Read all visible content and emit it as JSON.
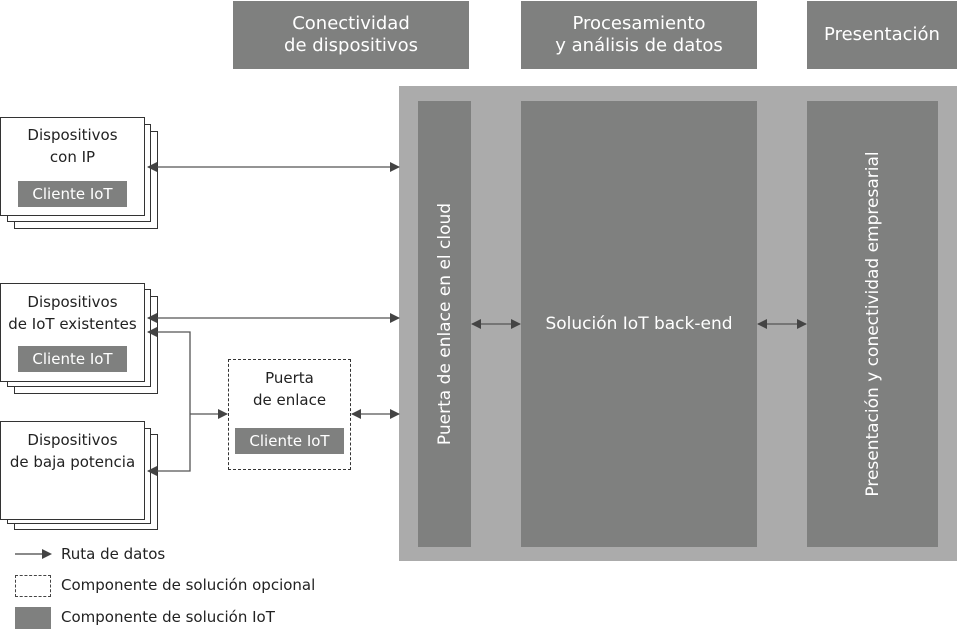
{
  "headers": [
    {
      "label": "Conectividad\nde dispositivos"
    },
    {
      "label": "Procesamiento\ny análisis  de datos"
    },
    {
      "label": "Presentación"
    }
  ],
  "solution": {
    "cloud_gateway": "Puerta de enlace en el cloud",
    "backend": "Solución IoT back-end",
    "presentation": "Presentación y conectividad empresarial"
  },
  "devices": [
    {
      "title": "Dispositivos\ncon IP",
      "client": "Cliente IoT"
    },
    {
      "title": "Dispositivos\nde IoT existentes",
      "client": "Cliente IoT"
    },
    {
      "title": "Dispositivos\nde baja potencia",
      "client": ""
    }
  ],
  "field_gateway": {
    "title": "Puerta\nde enlace",
    "client": "Cliente IoT"
  },
  "legend": [
    {
      "icon": "arrow-icon",
      "label": "Ruta de datos"
    },
    {
      "icon": "dashed-box-icon",
      "label": "Componente de solución opcional"
    },
    {
      "icon": "solid-box-icon",
      "label": "Componente de solución IoT"
    }
  ],
  "colors": {
    "component": "#7f807f",
    "container": "#ababab",
    "line": "#444444"
  }
}
